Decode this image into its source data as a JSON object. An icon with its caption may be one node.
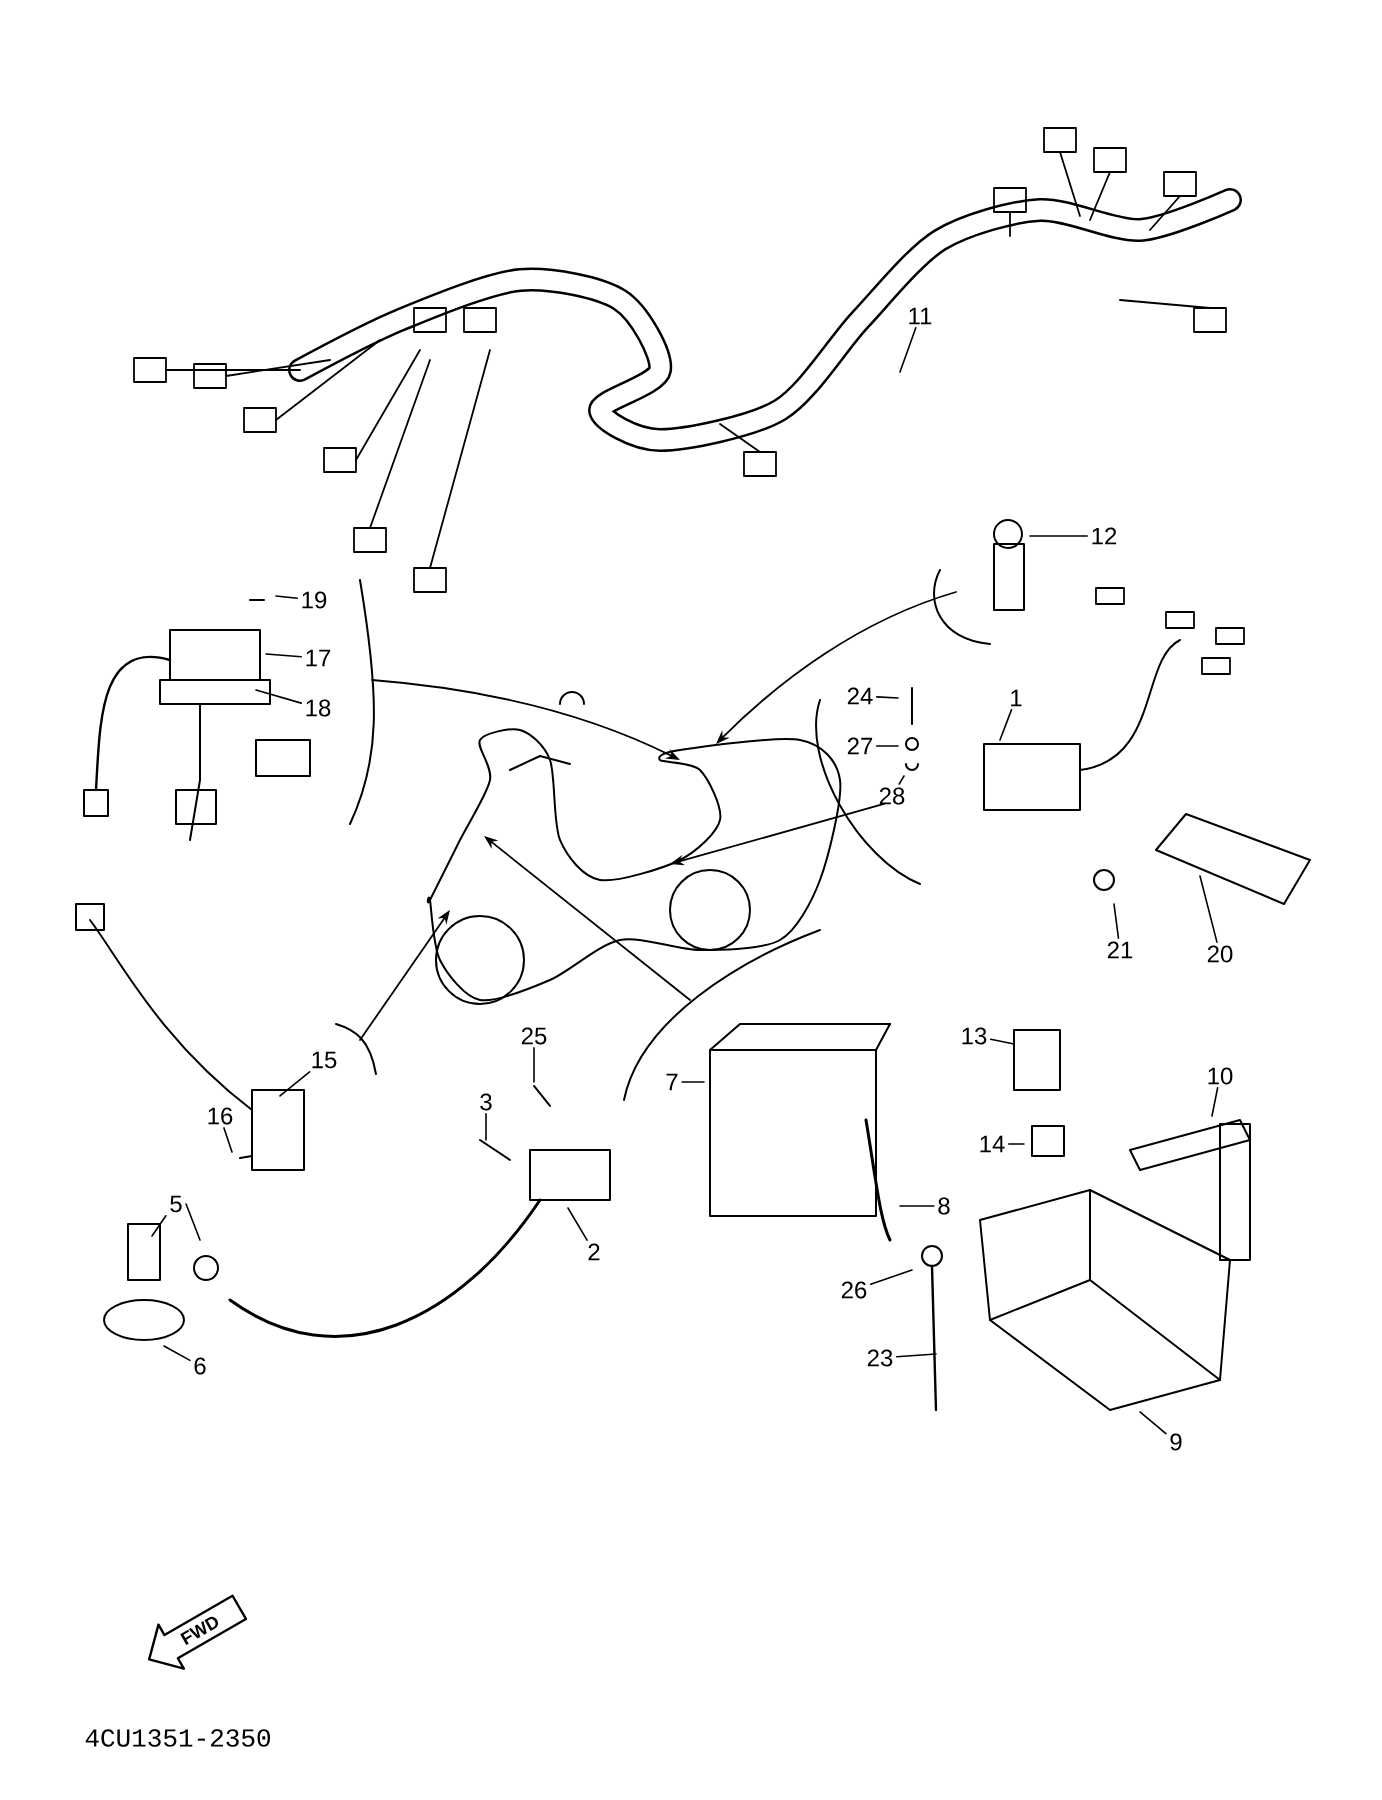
{
  "diagram": {
    "nodes": [
      {
        "text": [
          "11"
        ]
      },
      {
        "text": [
          "12"
        ]
      },
      {
        "text": [
          "19"
        ]
      },
      {
        "text": [
          "17"
        ]
      },
      {
        "text": [
          "18"
        ]
      },
      {
        "text": [
          "24"
        ]
      },
      {
        "text": [
          "1"
        ]
      },
      {
        "text": [
          "27"
        ]
      },
      {
        "text": [
          "28"
        ]
      },
      {
        "text": [
          "21"
        ]
      },
      {
        "text": [
          "20"
        ]
      },
      {
        "text": [
          "25"
        ]
      },
      {
        "text": [
          "13"
        ]
      },
      {
        "text": [
          "15"
        ]
      },
      {
        "text": [
          "3"
        ]
      },
      {
        "text": [
          "7"
        ]
      },
      {
        "text": [
          "10"
        ]
      },
      {
        "text": [
          "16"
        ]
      },
      {
        "text": [
          "14"
        ]
      },
      {
        "text": [
          "5"
        ]
      },
      {
        "text": [
          "2"
        ]
      },
      {
        "text": [
          "8"
        ]
      },
      {
        "text": [
          "26"
        ]
      },
      {
        "text": [
          "6"
        ]
      },
      {
        "text": [
          "23"
        ]
      },
      {
        "text": [
          "9"
        ]
      },
      {
        "text": [
          "FWD"
        ]
      }
    ],
    "edges": [
      {
        "from": 0,
        "to": null,
        "arrow": "none"
      },
      {
        "from": 1,
        "to": null,
        "arrow": "none"
      },
      {
        "from": 2,
        "to": null,
        "arrow": "none"
      },
      {
        "from": 3,
        "to": null,
        "arrow": "none"
      },
      {
        "from": 4,
        "to": null,
        "arrow": "none"
      },
      {
        "from": 5,
        "to": null,
        "arrow": "none"
      },
      {
        "from": 6,
        "to": null,
        "arrow": "none"
      },
      {
        "from": 7,
        "to": null,
        "arrow": "none"
      },
      {
        "from": 8,
        "to": null,
        "arrow": "none"
      },
      {
        "from": 9,
        "to": null,
        "arrow": "none"
      },
      {
        "from": 10,
        "to": null,
        "arrow": "none"
      },
      {
        "from": 11,
        "to": null,
        "arrow": "none"
      },
      {
        "from": 12,
        "to": null,
        "arrow": "none"
      },
      {
        "from": 13,
        "to": null,
        "arrow": "none"
      },
      {
        "from": 14,
        "to": null,
        "arrow": "none"
      },
      {
        "from": 15,
        "to": null,
        "arrow": "none"
      },
      {
        "from": 16,
        "to": null,
        "arrow": "none"
      },
      {
        "from": 17,
        "to": null,
        "arrow": "none"
      },
      {
        "from": 18,
        "to": null,
        "arrow": "none"
      },
      {
        "from": 19,
        "to": null,
        "arrow": "none"
      },
      {
        "from": 19,
        "to": null,
        "arrow": "none"
      },
      {
        "from": 20,
        "to": null,
        "arrow": "none"
      },
      {
        "from": 21,
        "to": null,
        "arrow": "none"
      },
      {
        "from": 22,
        "to": null,
        "arrow": "none"
      },
      {
        "from": 23,
        "to": null,
        "arrow": "none"
      },
      {
        "from": 24,
        "to": null,
        "arrow": "none"
      },
      {
        "from": 25,
        "to": null,
        "arrow": "none"
      }
    ],
    "labels": [
      "4CU1351-2350"
    ]
  }
}
